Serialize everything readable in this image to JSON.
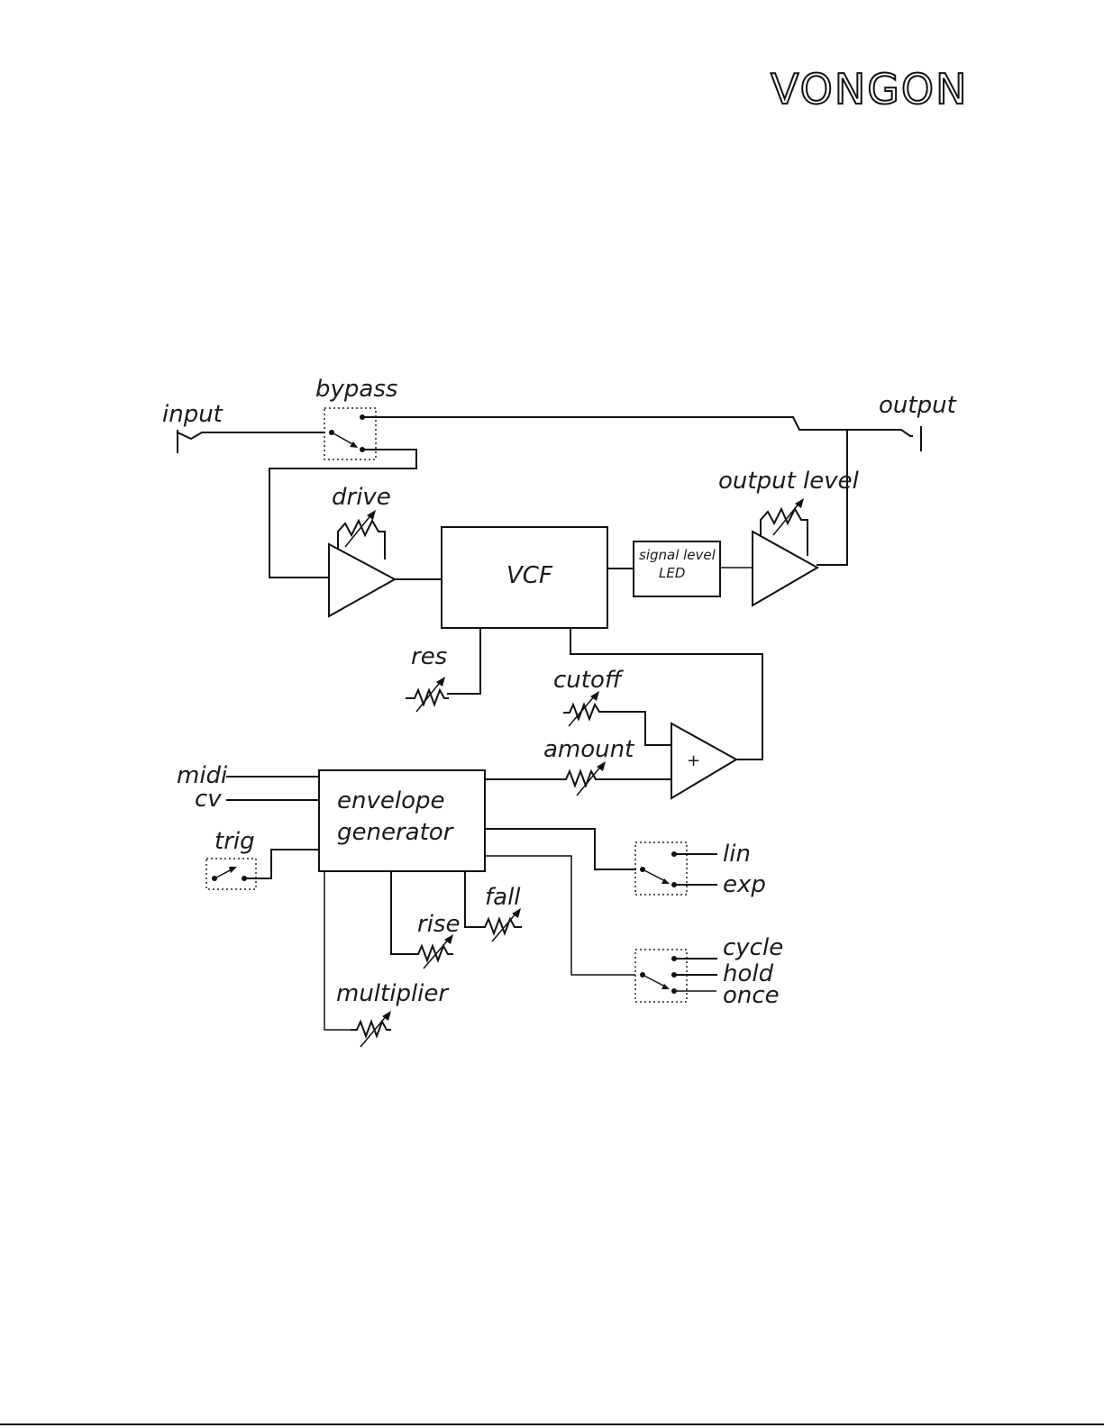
{
  "brand": {
    "logo_text": "VONGON"
  },
  "diagram": {
    "labels": {
      "input": "input",
      "bypass": "bypass",
      "output": "output",
      "drive": "drive",
      "vcf": "VCF",
      "signal_level_led_line1": "signal level",
      "signal_level_led_line2": "LED",
      "output_level": "output level",
      "res": "res",
      "cutoff": "cutoff",
      "amount": "amount",
      "summer_symbol": "+",
      "midi": "midi",
      "cv": "cv",
      "trig": "trig",
      "envelope_generator_line1": "envelope",
      "envelope_generator_line2": "generator",
      "rise": "rise",
      "fall": "fall",
      "multiplier": "multiplier",
      "lin": "lin",
      "exp": "exp",
      "cycle": "cycle",
      "hold": "hold",
      "once": "once"
    }
  },
  "colors": {
    "ink": "#111111",
    "background": "#ffffff"
  }
}
